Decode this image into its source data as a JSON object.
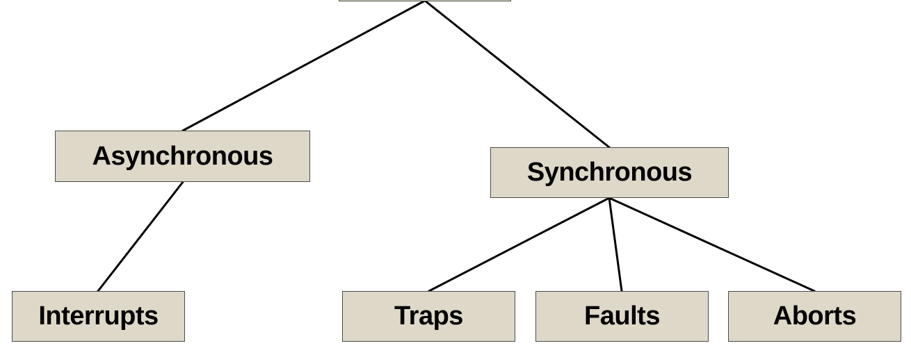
{
  "colors": {
    "node_fill": "#ddd8c8",
    "node_border": "#4a4a4a",
    "edge": "#000000",
    "text": "#000000"
  },
  "nodes": {
    "root": {
      "label": ""
    },
    "async": {
      "label": "Asynchronous"
    },
    "sync": {
      "label": "Synchronous"
    },
    "interrupts": {
      "label": "Interrupts"
    },
    "traps": {
      "label": "Traps"
    },
    "faults": {
      "label": "Faults"
    },
    "aborts": {
      "label": "Aborts"
    }
  },
  "edges": [
    {
      "from": "root",
      "to": "async"
    },
    {
      "from": "root",
      "to": "sync"
    },
    {
      "from": "async",
      "to": "interrupts"
    },
    {
      "from": "sync",
      "to": "traps"
    },
    {
      "from": "sync",
      "to": "faults"
    },
    {
      "from": "sync",
      "to": "aborts"
    }
  ]
}
